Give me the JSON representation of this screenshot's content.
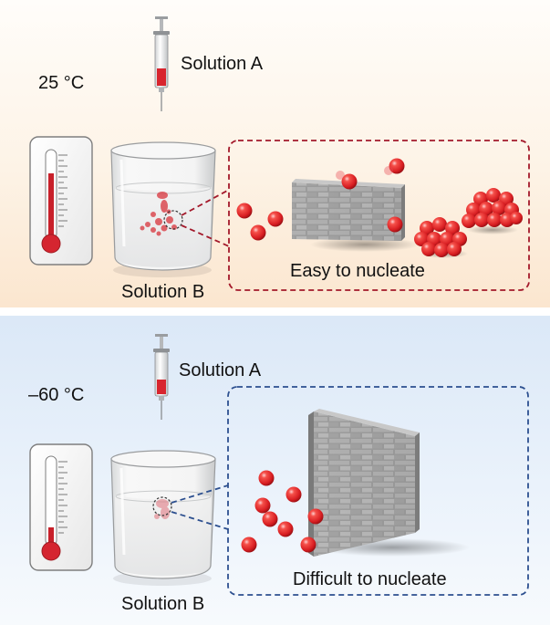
{
  "top_panel": {
    "temperature": "25 °C",
    "syringe_label": "Solution A",
    "beaker_label": "Solution B",
    "caption": "Easy to nucleate"
  },
  "bottom_panel": {
    "temperature": "–60 °C",
    "syringe_label": "Solution A",
    "beaker_label": "Solution B",
    "caption": "Difficult to nucleate"
  },
  "colors": {
    "warm_background": "#fbe6cf",
    "cold_background": "#dbe8f7",
    "warm_callout_border": "#a3182a",
    "cold_callout_border": "#2c4f8f",
    "particle": "#e32b2b",
    "wall": "#8c8c8c"
  }
}
